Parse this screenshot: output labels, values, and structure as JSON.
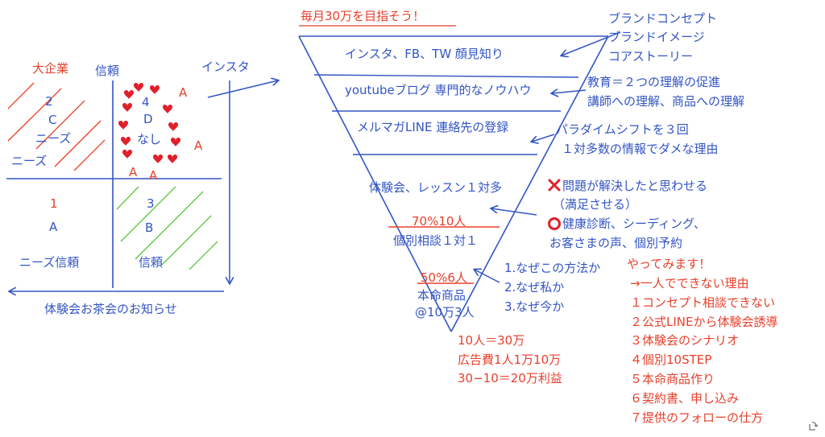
{
  "colors": {
    "blue": "#3355c4",
    "red": "#e8402c",
    "green": "#5cc43c",
    "heart": "#e0202a",
    "gray": "#777777"
  },
  "matrix": {
    "q2": {
      "label_large_company": "大企業",
      "label_trust": "信頼",
      "number": "2",
      "letter": "C",
      "needs_1": "ニーズ",
      "needs_2": "ニーズ"
    },
    "q4": {
      "number": "4",
      "letter": "D",
      "none": "なし",
      "a1": "A",
      "a2": "A",
      "a3": "A",
      "a4": "A"
    },
    "q1": {
      "number": "1",
      "letter": "A",
      "caption": "ニーズ信頼"
    },
    "q3": {
      "number": "3",
      "letter": "B",
      "caption": "信頼"
    },
    "insta": "インスタ",
    "bottom_caption": "体験会お茶会のお知らせ"
  },
  "funnel": {
    "title": "毎月30万を目指そう！",
    "levels": [
      "インスタ、FB、TW 顔見知り",
      "youtubeブログ 専門的なノウハウ",
      "メルマガLINE 連絡先の登録",
      "体験会、レッスン１対多",
      "70%10人",
      "個別相談１対１",
      "50%6人",
      "本命商品",
      "@10万3人"
    ]
  },
  "notes": {
    "brand": [
      "ブランドコンセプト",
      "ブランドイメージ",
      "コアストーリー"
    ],
    "education": [
      "教育＝２つの理解の促進",
      "講師への理解、商品への理解"
    ],
    "paradigm": [
      "パラダイムシフトを３回",
      "１対多数の情報でダメな理由"
    ],
    "bad": [
      "問題が解決したと思わせる",
      "（満足させる）"
    ],
    "good": [
      "健康診断、シーディング、",
      "お客さまの声、個別予約"
    ],
    "why": [
      "1.なぜこの方法か",
      "2.なぜ私か",
      "3.なぜ今か"
    ],
    "profit": [
      "10人＝30万",
      "広告費1人1万10万",
      "30−10＝20万利益"
    ],
    "todo": [
      "やってみます！",
      "→一人でできない理由",
      "１コンセプト相談できない",
      "２公式LINEから体験会誘導",
      "３体験会のシナリオ",
      "４個別10STEP",
      "５本命商品作り",
      "６契約書、申し込み",
      "７提供のフォローの仕方"
    ]
  }
}
